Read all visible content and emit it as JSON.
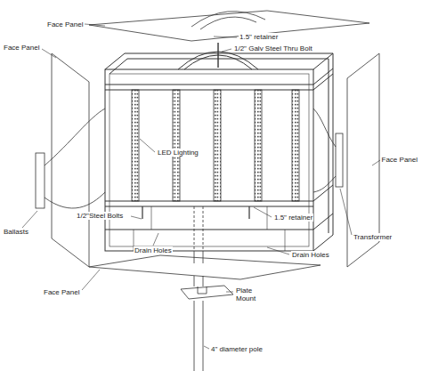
{
  "diagram": {
    "labels": [
      "Face Panel",
      "1.5\" retainer",
      "1/2\" Galv Steel Thru Bolt",
      "Face Panel",
      "Face Panel",
      "LED Lighting",
      "Ballasts",
      "Transformer",
      "1/2\"Steel Bolts",
      "1.5\" retainer",
      "Drain Holes",
      "Drain Holes",
      "Face Panel",
      "Plate Mount",
      "4\" diameter pole"
    ]
  }
}
